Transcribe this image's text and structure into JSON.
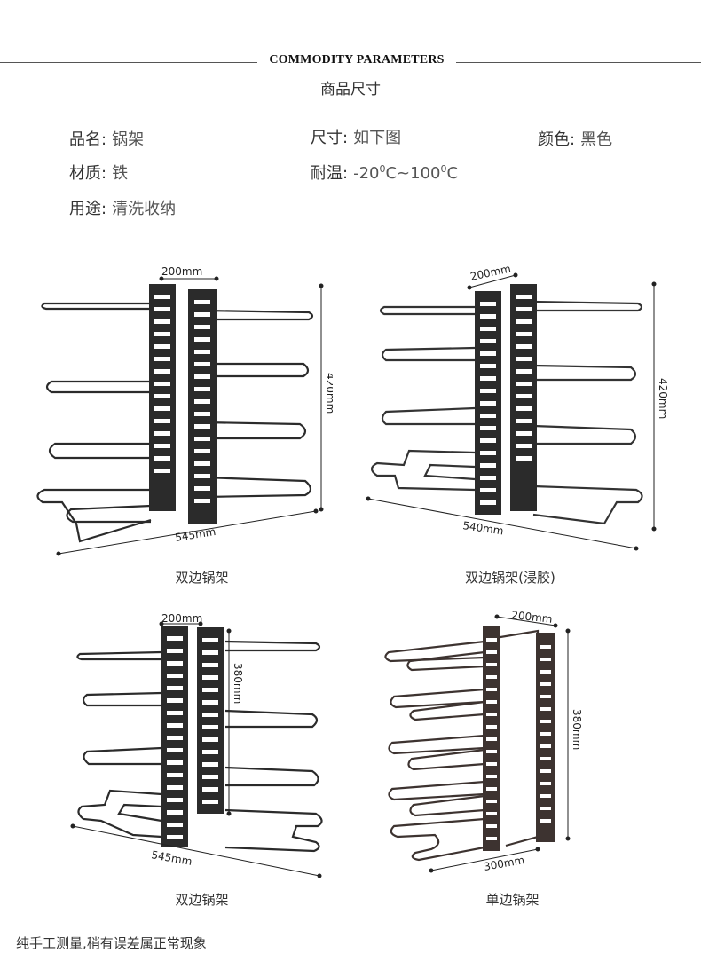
{
  "header": {
    "title": "COMMODITY PARAMETERS",
    "subtitle": "商品尺寸"
  },
  "params": {
    "name_label": "品名:",
    "name_value": "锅架",
    "size_label": "尺寸:",
    "size_value": "如下图",
    "color_label": "颜色:",
    "color_value": "黑色",
    "material_label": "材质:",
    "material_value": "铁",
    "temp_label": "耐温:",
    "temp_prefix": "-20",
    "temp_sup1": "0",
    "temp_mid": "C~100",
    "temp_sup2": "0",
    "temp_suffix": "C",
    "use_label": "用途:",
    "use_value": "清洗收纳"
  },
  "products": [
    {
      "caption": "双边锅架",
      "width_dim": "200mm",
      "height_dim": "420mm",
      "length_dim": "545mm"
    },
    {
      "caption": "双边锅架(浸胶)",
      "width_dim": "200mm",
      "height_dim": "420mm",
      "length_dim": "540mm"
    },
    {
      "caption": "双边锅架",
      "width_dim": "200mm",
      "height_dim": "380mm",
      "length_dim": "545mm"
    },
    {
      "caption": "单边锅架",
      "width_dim": "200mm",
      "height_dim": "380mm",
      "length_dim": "300mm"
    }
  ],
  "footer": {
    "note": "纯手工测量,稍有误差属正常现象"
  },
  "colors": {
    "rack": "#2b2b2b",
    "rack_brown": "#3d3330",
    "dim_line": "#222222"
  }
}
